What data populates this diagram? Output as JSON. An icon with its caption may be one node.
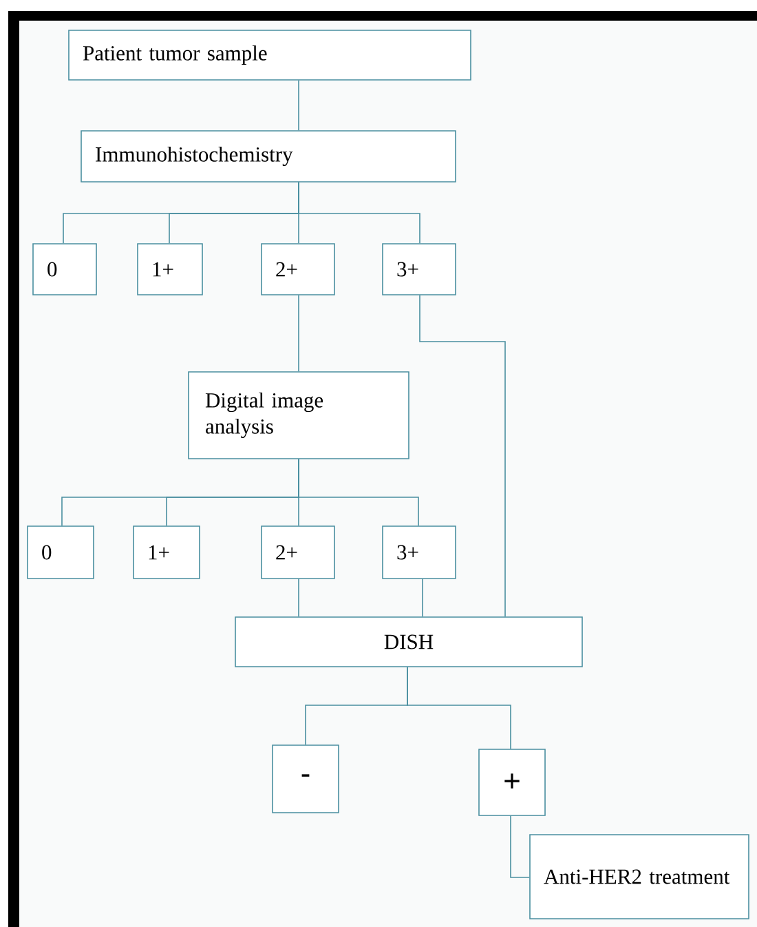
{
  "diagram": {
    "nodes": [
      {
        "text": [
          "Patient tumor sample"
        ]
      },
      {
        "text": [
          "Immunohistochemistry"
        ]
      },
      {
        "text": [
          "0"
        ]
      },
      {
        "text": [
          "1+"
        ]
      },
      {
        "text": [
          "2+"
        ]
      },
      {
        "text": [
          "3+"
        ]
      },
      {
        "text": [
          "Digital image analysis"
        ]
      },
      {
        "text": [
          "0"
        ]
      },
      {
        "text": [
          "1+"
        ]
      },
      {
        "text": [
          "2+"
        ]
      },
      {
        "text": [
          "3+"
        ]
      },
      {
        "text": [
          "DISH"
        ]
      },
      {
        "text": [
          "-"
        ]
      },
      {
        "text": [
          "+"
        ]
      },
      {
        "text": [
          "Anti-HER2 treatment"
        ]
      }
    ],
    "edges": [
      {
        "from": 0,
        "to": 1,
        "arrow": "none"
      },
      {
        "from": 1,
        "to": 2,
        "arrow": "none"
      },
      {
        "from": 1,
        "to": 3,
        "arrow": "none"
      },
      {
        "from": 1,
        "to": 4,
        "arrow": "none"
      },
      {
        "from": 1,
        "to": 5,
        "arrow": "none"
      },
      {
        "from": 4,
        "to": 6,
        "arrow": "none"
      },
      {
        "from": 5,
        "to": 11,
        "arrow": "none"
      },
      {
        "from": 6,
        "to": 7,
        "arrow": "none"
      },
      {
        "from": 6,
        "to": 8,
        "arrow": "none"
      },
      {
        "from": 6,
        "to": 9,
        "arrow": "none"
      },
      {
        "from": 6,
        "to": 10,
        "arrow": "none"
      },
      {
        "from": 9,
        "to": 11,
        "arrow": "none"
      },
      {
        "from": 10,
        "to": 11,
        "arrow": "none"
      },
      {
        "from": 11,
        "to": 12,
        "arrow": "none"
      },
      {
        "from": 11,
        "to": 13,
        "arrow": "none"
      },
      {
        "from": 13,
        "to": 14,
        "arrow": "none"
      }
    ]
  }
}
